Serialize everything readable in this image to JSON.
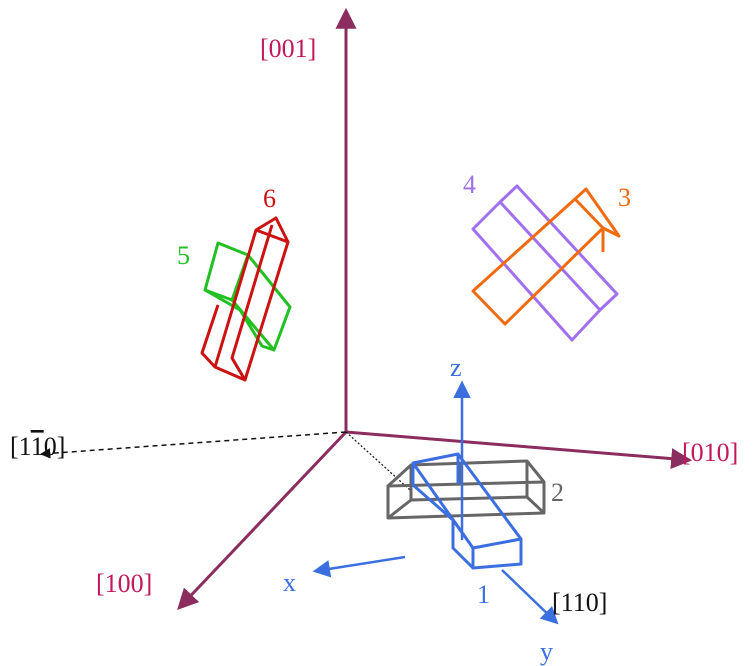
{
  "colors": {
    "crystal_axis": "#8B2D5E",
    "axis_label": "#C2185B",
    "local_axis": "#3B6FE0",
    "black": "#111111",
    "box1": "#3B6FE0",
    "box2": "#666666",
    "box3": "#F06A10",
    "box4": "#A070F0",
    "box5": "#22C022",
    "box6": "#CC1111"
  },
  "crystal_axes": {
    "z_label": "[001]",
    "y_label": "[010]",
    "x_label": "[100]"
  },
  "dashed_direction": {
    "label_prefix": "[1",
    "label_bar": "1",
    "label_suffix": "0]"
  },
  "diagonal_direction": {
    "label": "[110]"
  },
  "local_axes": {
    "x": "x",
    "y": "y",
    "z": "z"
  },
  "boxes": {
    "b1": "1",
    "b2": "2",
    "b3": "3",
    "b4": "4",
    "b5": "5",
    "b6": "6"
  }
}
